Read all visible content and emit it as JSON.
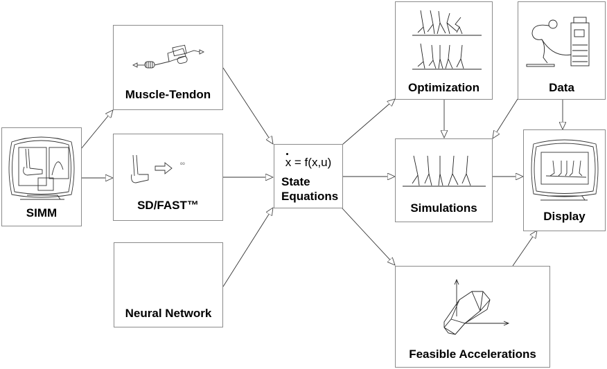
{
  "nodes": {
    "simm": {
      "label": "SIMM"
    },
    "muscle_tendon": {
      "label": "Muscle-Tendon"
    },
    "sdfast": {
      "label": "SD/FAST™"
    },
    "neural_network": {
      "label": "Neural Network"
    },
    "state_equations": {
      "equation": "x = f(x,u)",
      "label_line1": "State",
      "label_line2": "Equations"
    },
    "optimization": {
      "label": "Optimization"
    },
    "data": {
      "label": "Data"
    },
    "simulations": {
      "label": "Simulations"
    },
    "display": {
      "label": "Display"
    },
    "feasible_accelerations": {
      "label": "Feasible Accelerations"
    }
  },
  "edges": [
    {
      "from": "SIMM",
      "to": "Muscle-Tendon"
    },
    {
      "from": "SIMM",
      "to": "SD/FAST™"
    },
    {
      "from": "Muscle-Tendon",
      "to": "State Equations"
    },
    {
      "from": "SD/FAST™",
      "to": "State Equations"
    },
    {
      "from": "Neural Network",
      "to": "State Equations"
    },
    {
      "from": "State Equations",
      "to": "Optimization"
    },
    {
      "from": "State Equations",
      "to": "Simulations"
    },
    {
      "from": "State Equations",
      "to": "Feasible Accelerations"
    },
    {
      "from": "Optimization",
      "to": "Simulations"
    },
    {
      "from": "Data",
      "to": "Simulations"
    },
    {
      "from": "Data",
      "to": "Display"
    },
    {
      "from": "Simulations",
      "to": "Display"
    },
    {
      "from": "Feasible Accelerations",
      "to": "Display"
    }
  ],
  "colors": {
    "border": "#8a8a8a",
    "line": "#333333",
    "text": "#000000"
  }
}
